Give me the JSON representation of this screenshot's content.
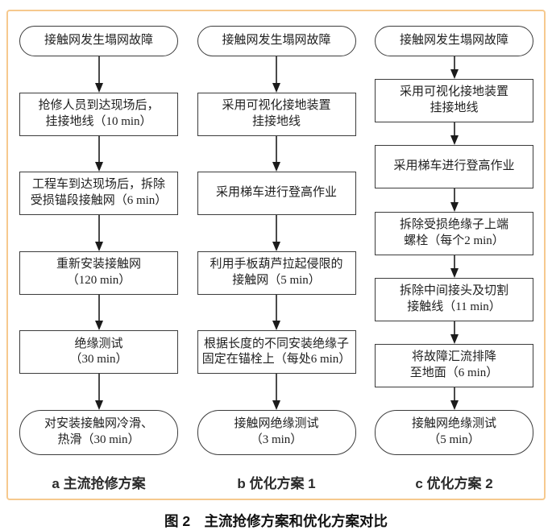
{
  "figure": {
    "caption": "图 2　主流抢修方案和优化方案对比"
  },
  "colors": {
    "frame_border": "#f6c98e",
    "box_border": "#3c3c3c",
    "arrow_line": "#4a4a4a",
    "arrow_head": "#1b1b1b",
    "text": "#1f1f1f",
    "caption": "#2b2b2b"
  },
  "columns": [
    {
      "id": "a",
      "caption": "a 主流抢修方案",
      "nodes": [
        {
          "shape": "rounded",
          "lines": [
            "接触网发生塌网故障"
          ]
        },
        {
          "shape": "rect",
          "lines": [
            "抢修人员到达现场后，",
            "挂接地线（10 min）"
          ]
        },
        {
          "shape": "rect",
          "lines": [
            "工程车到达现场后，拆除",
            "受损锚段接触网（6 min）"
          ]
        },
        {
          "shape": "rect",
          "lines": [
            "重新安装接触网",
            "（120 min）"
          ]
        },
        {
          "shape": "rect",
          "lines": [
            "绝缘测试",
            "（30 min）"
          ]
        },
        {
          "shape": "rounded",
          "lines": [
            "对安装接触网冷滑、",
            "热滑（30 min）"
          ]
        }
      ]
    },
    {
      "id": "b",
      "caption": "b 优化方案 1",
      "nodes": [
        {
          "shape": "rounded",
          "lines": [
            "接触网发生塌网故障"
          ]
        },
        {
          "shape": "rect",
          "lines": [
            "采用可视化接地装置",
            "挂接地线"
          ]
        },
        {
          "shape": "rect",
          "lines": [
            "采用梯车进行登高作业"
          ]
        },
        {
          "shape": "rect",
          "lines": [
            "利用手板葫芦拉起侵限的",
            "接触网（5 min）"
          ]
        },
        {
          "shape": "rect",
          "lines": [
            "根据长度的不同安装绝缘子",
            "固定在锚栓上（每处6 min）"
          ]
        },
        {
          "shape": "rounded",
          "lines": [
            "接触网绝缘测试",
            "（3 min）"
          ]
        }
      ]
    },
    {
      "id": "c",
      "caption": "c 优化方案 2",
      "nodes": [
        {
          "shape": "rounded",
          "lines": [
            "接触网发生塌网故障"
          ]
        },
        {
          "shape": "rect",
          "lines": [
            "采用可视化接地装置",
            "挂接地线"
          ]
        },
        {
          "shape": "rect",
          "lines": [
            "采用梯车进行登高作业"
          ]
        },
        {
          "shape": "rect",
          "lines": [
            "拆除受损绝缘子上端",
            "螺栓（每个2 min）"
          ]
        },
        {
          "shape": "rect",
          "lines": [
            "拆除中间接头及切割",
            "接触线（11 min）"
          ]
        },
        {
          "shape": "rect",
          "lines": [
            "将故障汇流排降",
            "至地面（6 min）"
          ]
        },
        {
          "shape": "rounded",
          "lines": [
            "接触网绝缘测试",
            "（5 min）"
          ]
        }
      ]
    }
  ]
}
